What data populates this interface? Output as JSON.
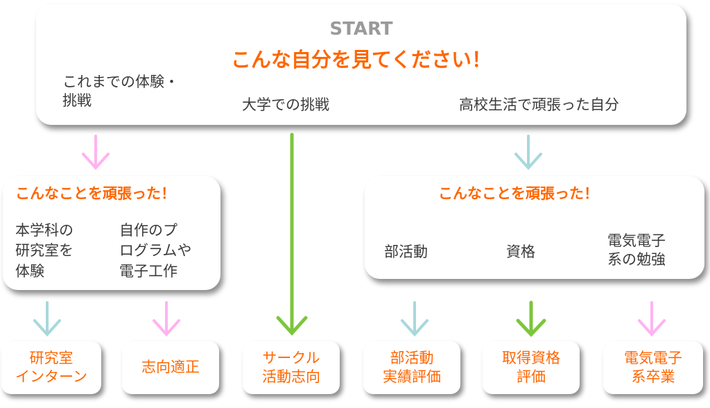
{
  "top": {
    "start_label": "START",
    "headline": "こんな自分を見てください！",
    "branch_left": [
      "これまでの体験・",
      "挑戦"
    ],
    "branch_center": "大学での挑戦",
    "branch_right": "高校生活で頑張った自分"
  },
  "left_box": {
    "title": "こんなことを頑張った！",
    "item1": [
      "本学科の",
      "研究室を",
      "体験"
    ],
    "item2": [
      "自作のプ",
      "ログラムや",
      "電子工作"
    ]
  },
  "right_box": {
    "title": "こんなことを頑張った！",
    "item1": "部活動",
    "item2": "資格",
    "item3": [
      "電気電子",
      "系の勉強"
    ]
  },
  "results": [
    [
      "研究室",
      "インターン"
    ],
    [
      "志向適正"
    ],
    [
      "サークル",
      "活動志向"
    ],
    [
      "部活動",
      "実績評価"
    ],
    [
      "取得資格",
      "評価"
    ],
    [
      "電気電子",
      "系卒業"
    ]
  ],
  "colors": {
    "pink_arrow": "#ffb3f0",
    "teal_arrow": "#a8d8dc",
    "green_arrow": "#7cc63c",
    "accent": "#ff6600"
  }
}
